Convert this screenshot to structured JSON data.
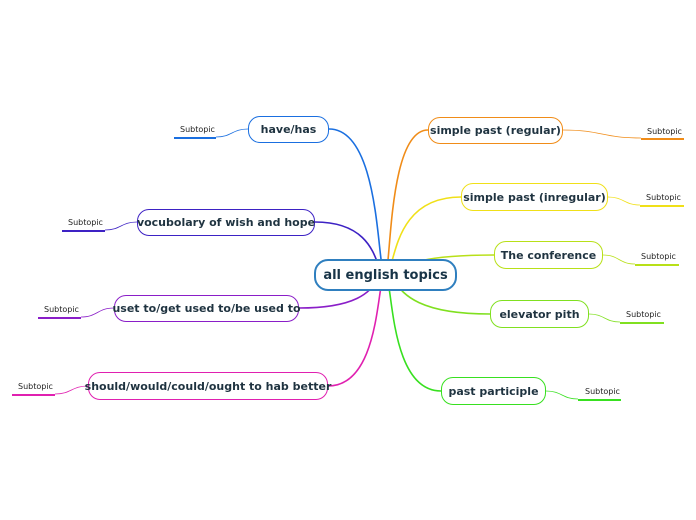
{
  "central": {
    "label": "all english topics",
    "color": "#2f7fbf"
  },
  "topics": [
    {
      "label": "have/has",
      "subtopic": "Subtopic",
      "color": "#1a6fe0"
    },
    {
      "label": "vocubolary of wish and hope",
      "subtopic": "Subtopic",
      "color": "#3d22c4"
    },
    {
      "label": "uset to/get used to/be used to",
      "subtopic": "Subtopic",
      "color": "#8a1ec8"
    },
    {
      "label": "should/would/could/ought to hab better",
      "subtopic": "Subtopic",
      "color": "#e020b0"
    },
    {
      "label": "simple past (regular)",
      "subtopic": "Subtopic",
      "color": "#f08c18"
    },
    {
      "label": "simple past (inregular)",
      "subtopic": "Subtopic",
      "color": "#f0e018"
    },
    {
      "label": "The conference",
      "subtopic": "Subtopic",
      "color": "#b8e018"
    },
    {
      "label": "elevator pith",
      "subtopic": "Subtopic",
      "color": "#80e020"
    },
    {
      "label": "past participle",
      "subtopic": "Subtopic",
      "color": "#38e020"
    }
  ]
}
